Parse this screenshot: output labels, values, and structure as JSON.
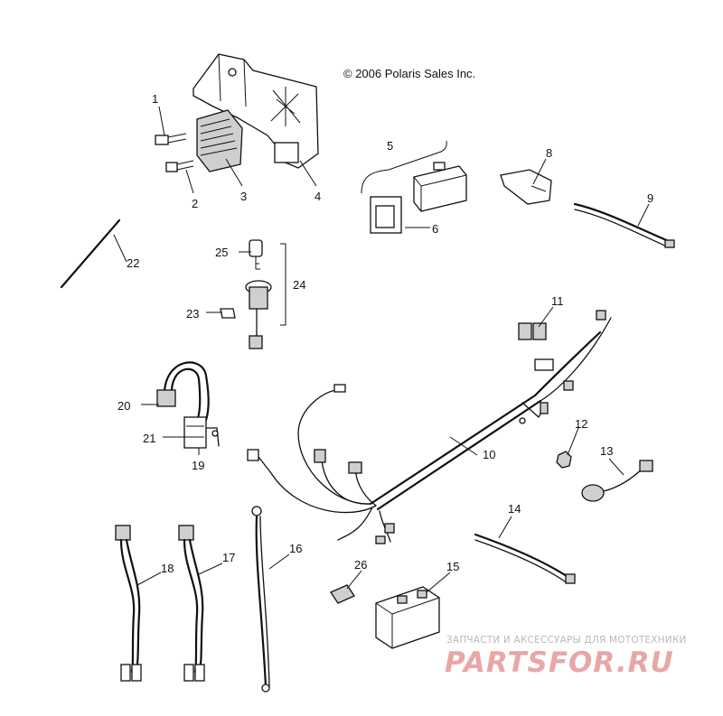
{
  "copyright": "© 2006 Polaris Sales Inc.",
  "callouts": [
    "1",
    "2",
    "3",
    "4",
    "5",
    "6",
    "8",
    "9",
    "22",
    "25",
    "24",
    "23",
    "11",
    "20",
    "21",
    "19",
    "12",
    "13",
    "10",
    "14",
    "18",
    "17",
    "16",
    "26",
    "15"
  ],
  "watermark": {
    "tagline": "ЗАПЧАСТИ И АКСЕССУАРЫ ДЛЯ МОТОТЕХНИКИ",
    "brand_a": "PARTS",
    "brand_b": "FOR",
    "brand_c": ".RU",
    "brand_color": "#e8a7a7"
  }
}
